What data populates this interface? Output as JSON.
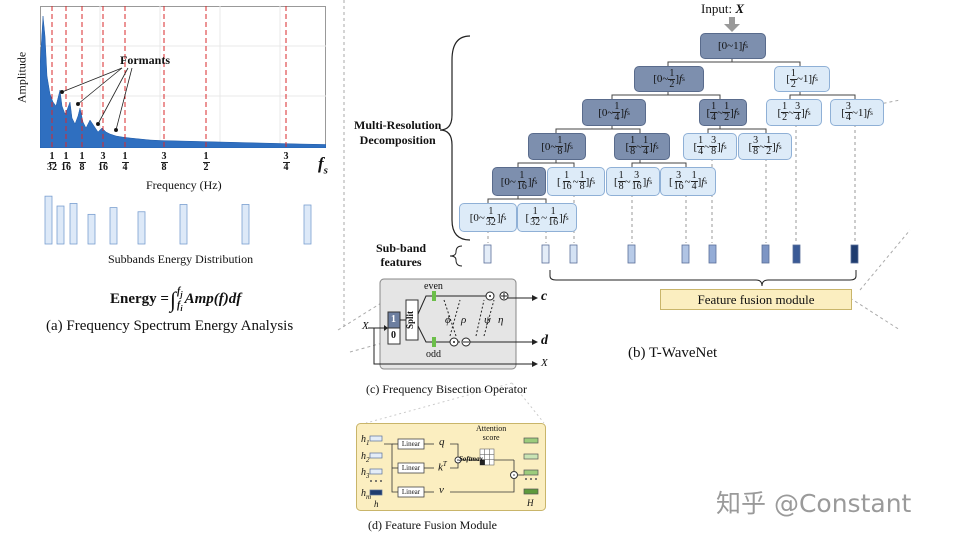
{
  "panel_a": {
    "ylabel": "Amplitude",
    "xlabel": "Frequency (Hz)",
    "fs": "f",
    "fs_sub": "s",
    "formants": "Formants",
    "ticks": [
      {
        "n": "1",
        "d": "32"
      },
      {
        "n": "1",
        "d": "16"
      },
      {
        "n": "1",
        "d": "8"
      },
      {
        "n": "3",
        "d": "16"
      },
      {
        "n": "1",
        "d": "4"
      },
      {
        "n": "3",
        "d": "8"
      },
      {
        "n": "1",
        "d": "2"
      },
      {
        "n": "3",
        "d": "4"
      }
    ],
    "energy_label": "Subbands Energy Distribution",
    "energy_heights": [
      0.92,
      0.73,
      0.78,
      0.57,
      0.7,
      0.62,
      0.76,
      0.76,
      0.75
    ],
    "formula_prefix": "Energy = ",
    "formula_body": "Amp(f)df",
    "formula_upper": "f",
    "formula_upper_sub": "j",
    "formula_lower": "f",
    "formula_lower_sub": "i",
    "caption": "(a) Frequency Spectrum Energy Analysis"
  },
  "panel_b": {
    "input_label": "Input: ",
    "input_var": "X",
    "mrd_label_1": "Multi-Resolution",
    "mrd_label_2": "Decomposition",
    "subband_label_1": "Sub-band",
    "subband_label_2": "features",
    "fusion_label": "Feature fusion module",
    "caption": "(b) T-WaveNet",
    "fs_suffix": "f",
    "fs_suffix_sub": "s"
  },
  "panel_c": {
    "split": "Split",
    "even": "even",
    "odd": "odd",
    "one": "1",
    "zero": "0",
    "x_in": "X",
    "x_out": "X",
    "c_out": "c",
    "d_out": "d",
    "phi": "ϕ",
    "rho": "ρ",
    "psi": "ψ",
    "eta": "η",
    "caption": "(c) Frequency Bisection Operator"
  },
  "panel_d": {
    "h1": "h",
    "h1_sub": "1",
    "h2": "h",
    "h2_sub": "2",
    "h3": "h",
    "h3_sub": "3",
    "hm": "h",
    "hm_sub": "m",
    "h_bottom": "h",
    "linear": "Linear",
    "q": "q",
    "k": "k",
    "kT": "T",
    "v": "v",
    "softmax": "Softmax",
    "attention_1": "Attention",
    "attention_2": "score",
    "H": "H",
    "caption": "(d) Feature Fusion Module"
  },
  "watermark": "知乎 @Constant"
}
